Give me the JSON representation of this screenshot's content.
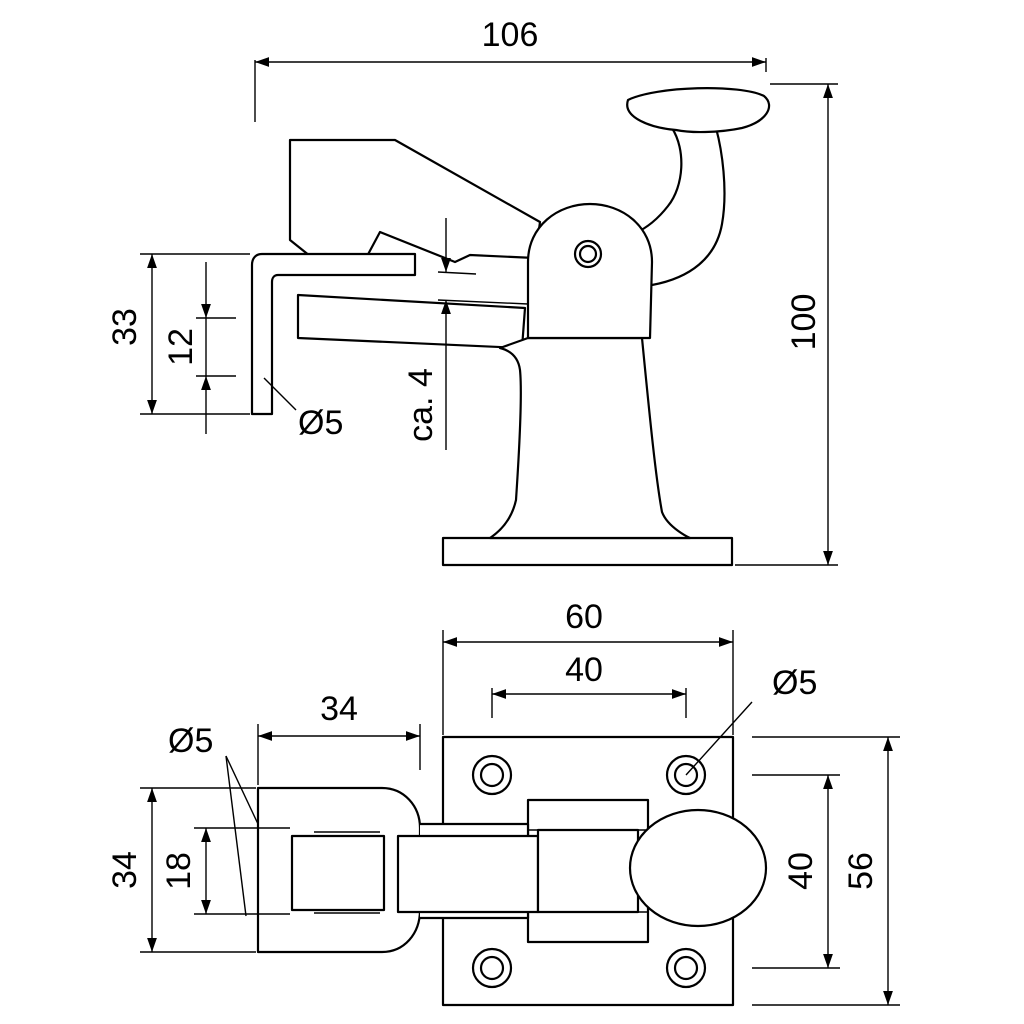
{
  "drawing": {
    "side_view": {
      "width_dim": "106",
      "height_dim": "100",
      "hook_height_dim": "33",
      "hook_gap_dim": "12",
      "hook_diameter": "Ø5",
      "gap_dim": "ca. 4"
    },
    "top_view": {
      "base_width_dim": "60",
      "hole_spacing_width_dim": "40",
      "hole_diameter": "Ø5",
      "base_height_dim": "56",
      "hole_spacing_height_dim": "40",
      "keeper_width_dim": "34",
      "keeper_height_dim": "34",
      "keeper_slot_dim": "18",
      "keeper_hole_diameter": "Ø5"
    }
  }
}
